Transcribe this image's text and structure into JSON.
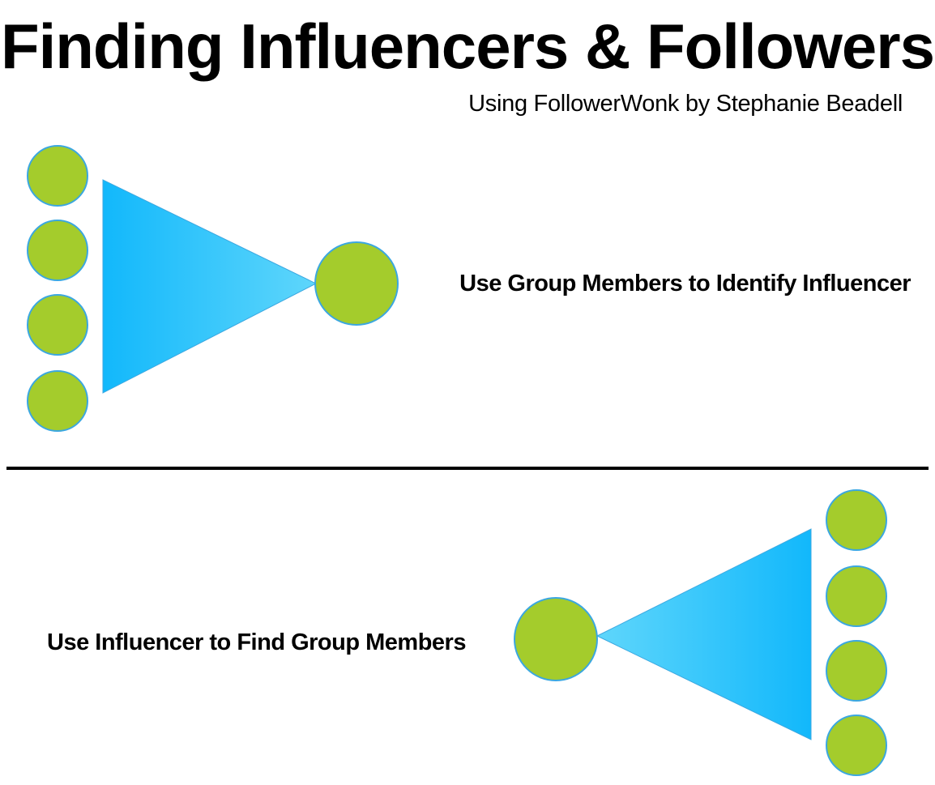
{
  "title": "Finding Influencers & Followers",
  "subtitle": "Using FollowerWonk by Stephanie Beadell",
  "top_section": {
    "label": "Use Group Members to Identify Influencer",
    "group_member_count": 4
  },
  "bottom_section": {
    "label": "Use Influencer to Find Group Members",
    "group_member_count": 4
  },
  "colors": {
    "node_fill": "#a4cc2c",
    "node_stroke": "#3ba7e0",
    "funnel_dark": "#12b8fb",
    "funnel_light": "#5fd6fb",
    "divider": "#000000"
  }
}
